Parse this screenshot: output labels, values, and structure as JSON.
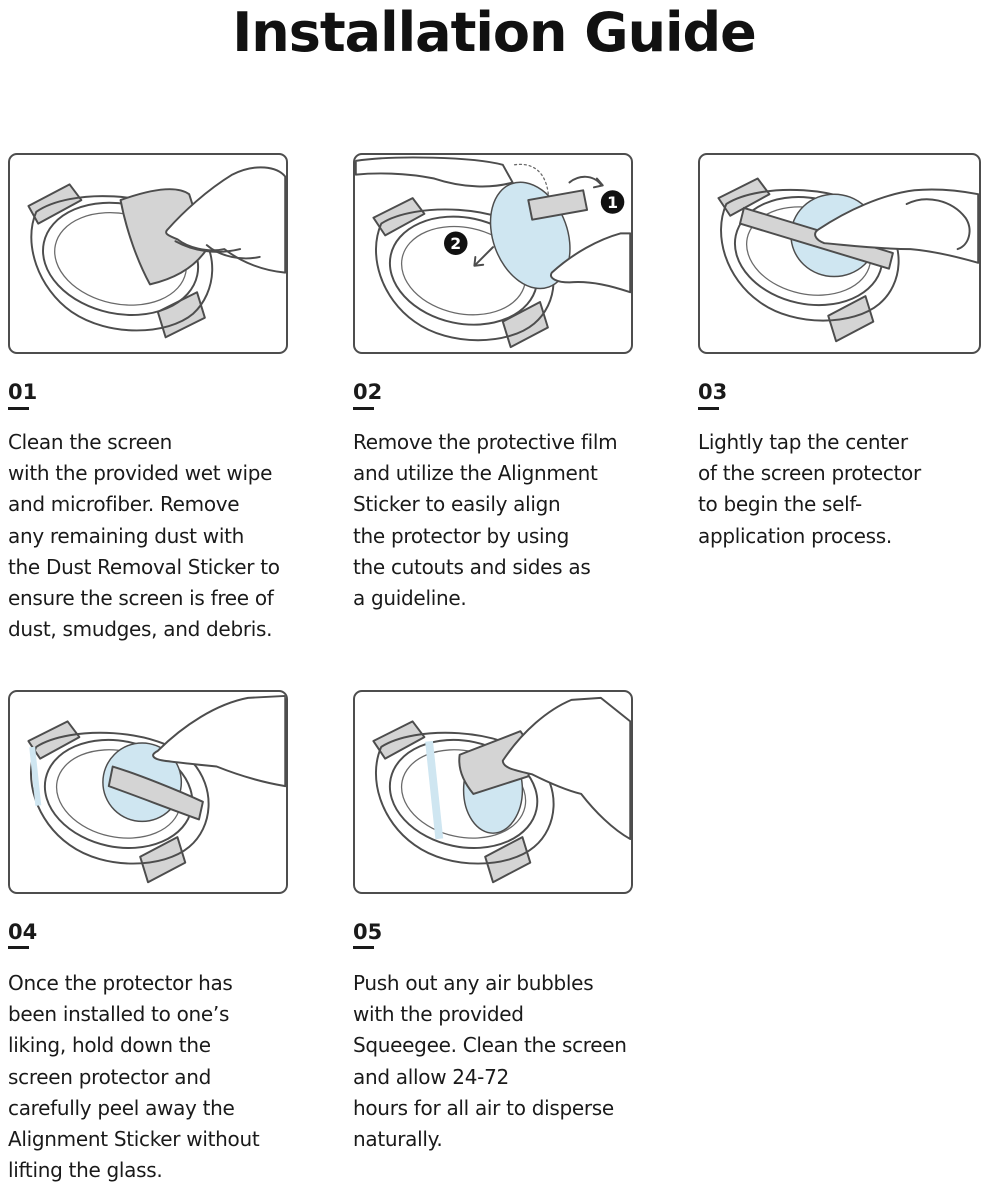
{
  "title": "Installation Guide",
  "steps": [
    {
      "number": "01",
      "text": "Clean the screen\nwith the provided wet wipe\nand microfiber. Remove\nany remaining dust with\nthe Dust Removal Sticker to\nensure the screen is free of\ndust, smudges, and debris."
    },
    {
      "number": "02",
      "text": "Remove the protective film\nand utilize the Alignment\nSticker to easily align\nthe protector by using\nthe cutouts and sides as\na guideline.",
      "markers": [
        "1",
        "2"
      ]
    },
    {
      "number": "03",
      "text": "Lightly tap the center\nof the screen protector\nto begin the self-\napplication process."
    },
    {
      "number": "04",
      "text": "Once the protector has\nbeen installed to one’s\nliking, hold down the\nscreen protector and\ncarefully peel away the\nAlignment Sticker without\nlifting the glass."
    },
    {
      "number": "05",
      "text": "Push out any air bubbles\nwith the provided\nSqueegee. Clean the screen\nand allow 24-72\nhours for all air to disperse\nnaturally."
    }
  ]
}
